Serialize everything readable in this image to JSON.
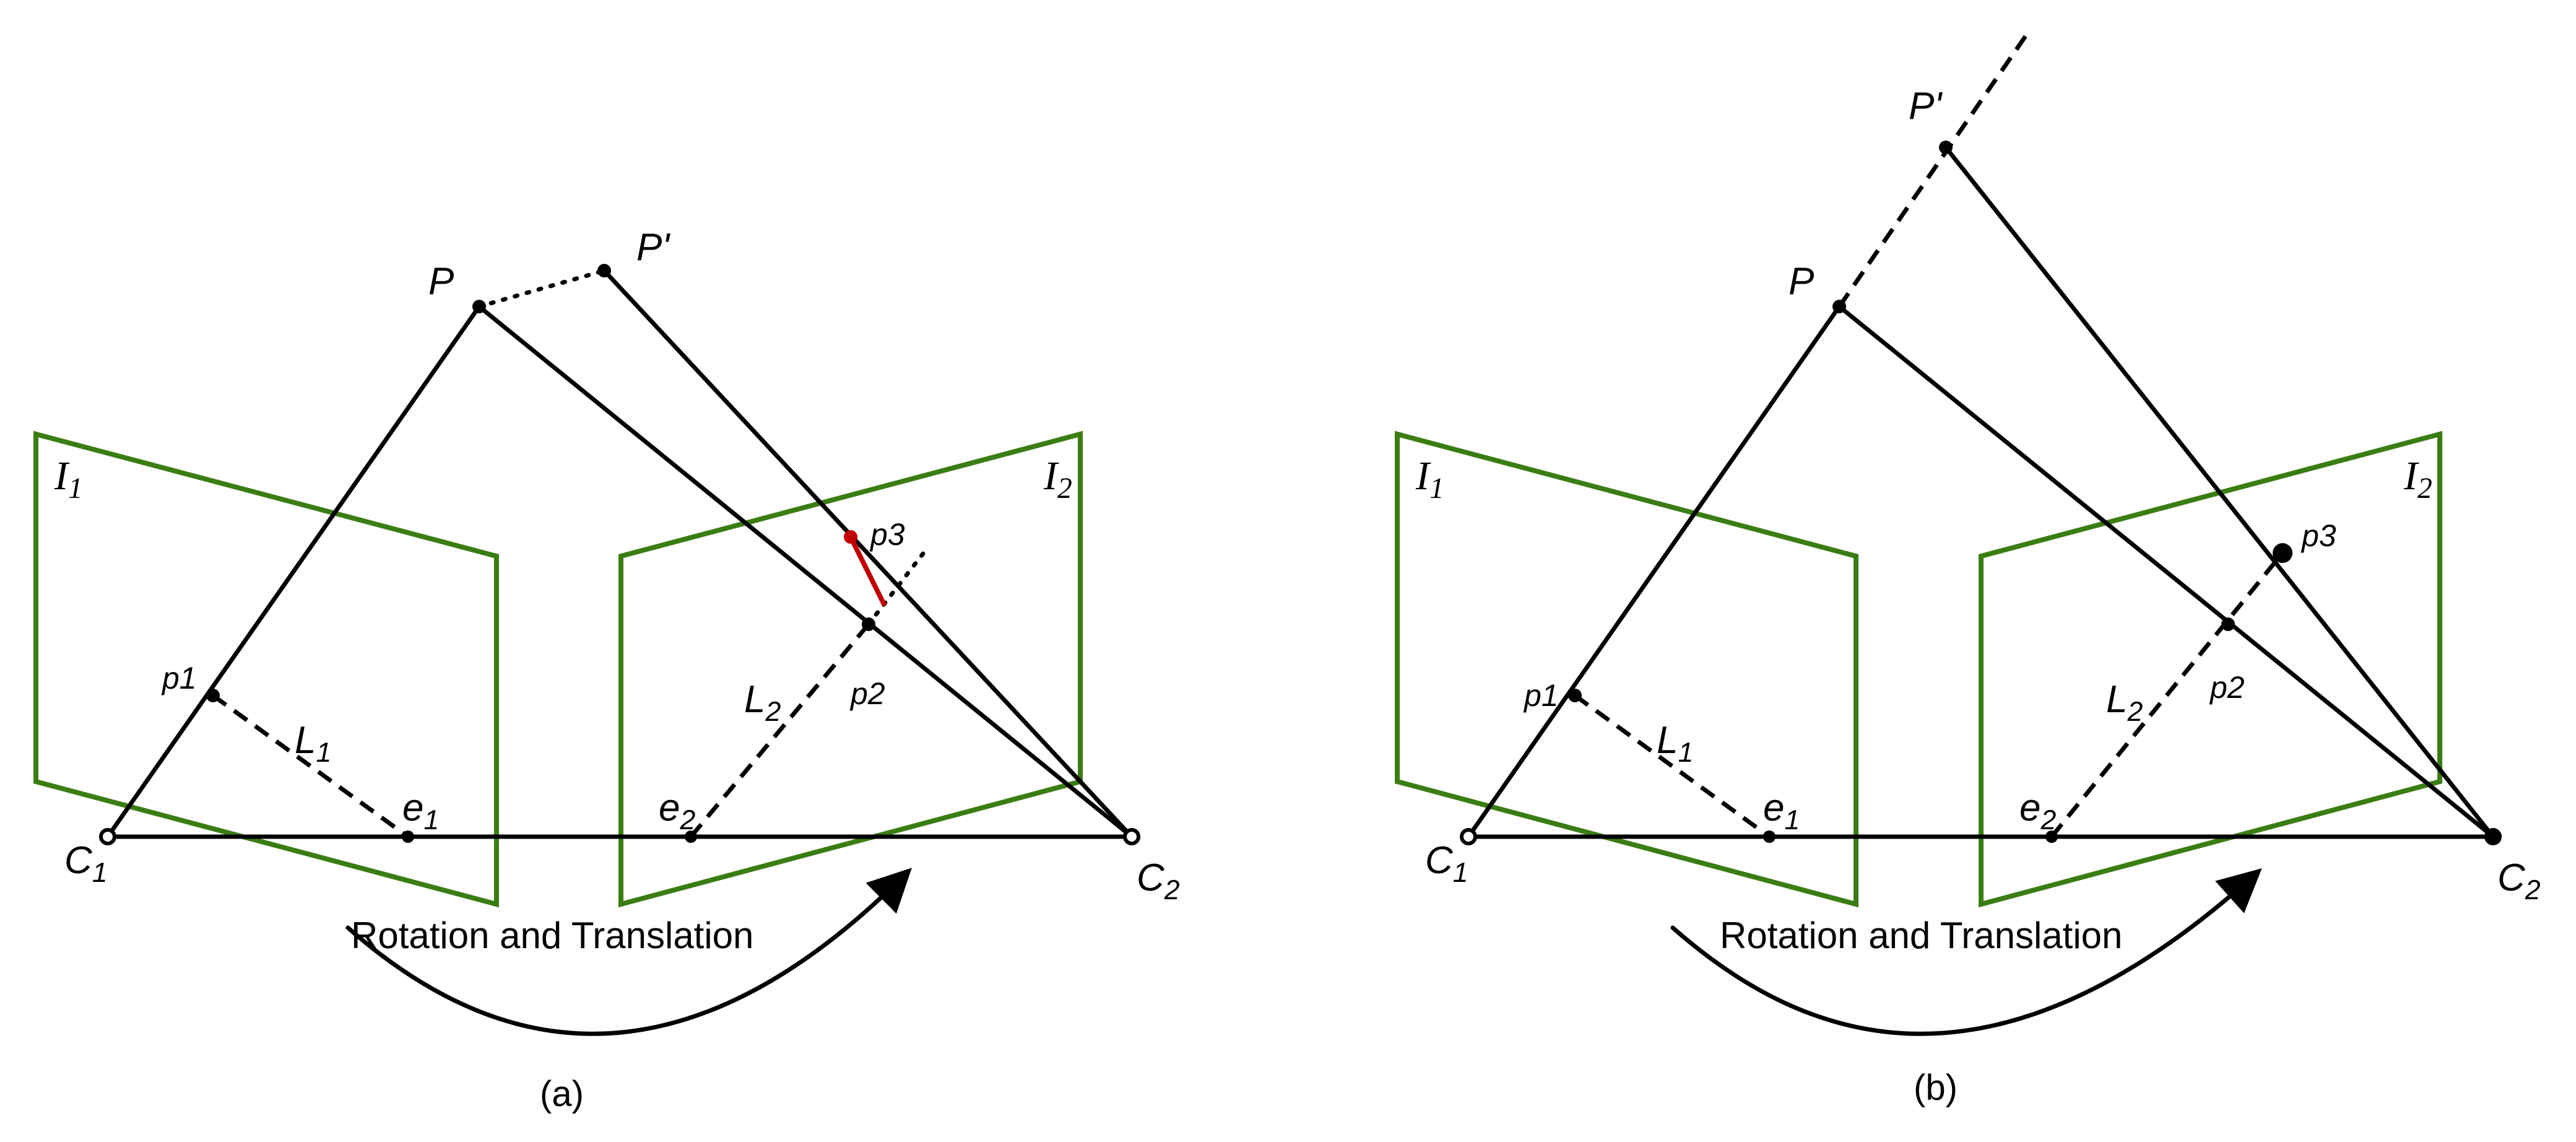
{
  "labels": {
    "P": "P",
    "P_prime": "P'",
    "I1_base": "I",
    "I1_sub": "1",
    "I2_base": "I",
    "I2_sub": "2",
    "p1": "p1",
    "p2": "p2",
    "p3": "p3",
    "L1_base": "L",
    "L1_sub": "1",
    "L2_base": "L",
    "L2_sub": "2",
    "e1_base": "e",
    "e1_sub": "1",
    "e2_base": "e",
    "e2_sub": "2",
    "C1_base": "C",
    "C1_sub": "1",
    "C2_base": "C",
    "C2_sub": "2",
    "motion": "Rotation and Translation"
  },
  "panels": [
    {
      "id": "a",
      "caption": "(a)"
    },
    {
      "id": "b",
      "caption": "(b)"
    }
  ],
  "colors": {
    "image_plane": "#3a7d12",
    "highlight": "#c00000",
    "ink": "#000000"
  }
}
